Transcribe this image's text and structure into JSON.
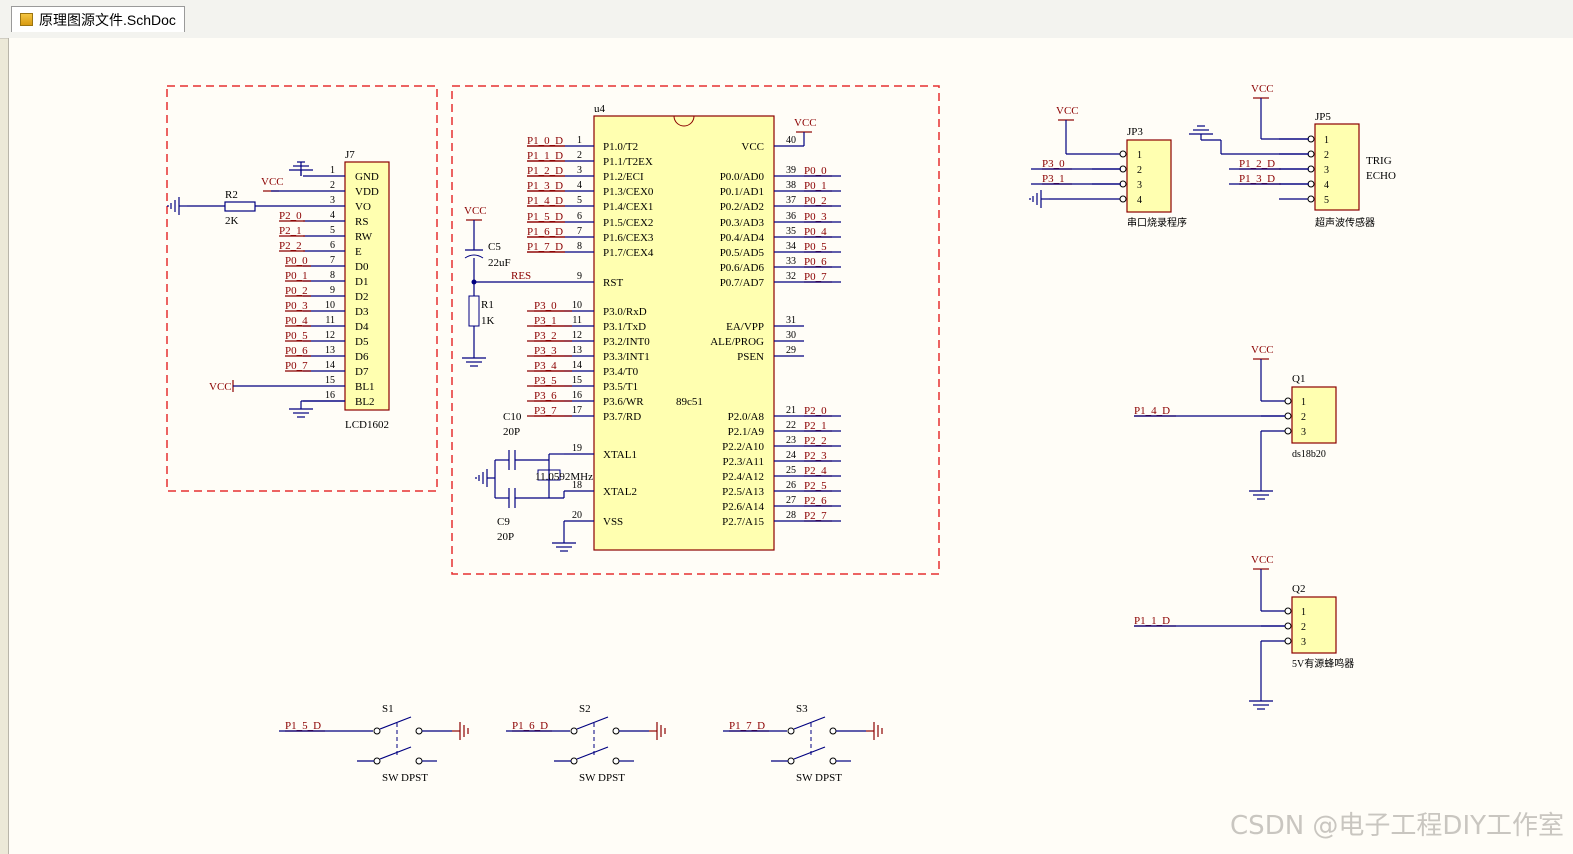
{
  "tab": {
    "title": "原理图源文件.SchDoc"
  },
  "watermark": "CSDN @电子工程DIY工作室",
  "colors": {
    "wire": "#000080",
    "net": "#8b0000",
    "part_fill": "#ffffb0",
    "part_border": "#8b0000",
    "box": "#e53030"
  },
  "j7": {
    "ref": "J7",
    "value": "LCD1602",
    "pins": [
      {
        "num": "1",
        "name": "GND",
        "net": ""
      },
      {
        "num": "2",
        "name": "VDD",
        "net": "VCC"
      },
      {
        "num": "3",
        "name": "VO",
        "net": ""
      },
      {
        "num": "4",
        "name": "RS",
        "net": "P2_0"
      },
      {
        "num": "5",
        "name": "RW",
        "net": "P2_1"
      },
      {
        "num": "6",
        "name": "E",
        "net": "P2_2"
      },
      {
        "num": "7",
        "name": "D0",
        "net": "P0_0"
      },
      {
        "num": "8",
        "name": "D1",
        "net": "P0_1"
      },
      {
        "num": "9",
        "name": "D2",
        "net": "P0_2"
      },
      {
        "num": "10",
        "name": "D3",
        "net": "P0_3"
      },
      {
        "num": "11",
        "name": "D4",
        "net": "P0_4"
      },
      {
        "num": "12",
        "name": "D5",
        "net": "P0_5"
      },
      {
        "num": "13",
        "name": "D6",
        "net": "P0_6"
      },
      {
        "num": "14",
        "name": "D7",
        "net": "P0_7"
      },
      {
        "num": "15",
        "name": "BL1",
        "net": "VCC"
      },
      {
        "num": "16",
        "name": "BL2",
        "net": ""
      }
    ]
  },
  "r2": {
    "ref": "R2",
    "value": "2K"
  },
  "u4": {
    "ref": "u4",
    "value": "89c51",
    "vcc_label": "VCC",
    "left_pins": [
      {
        "num": "1",
        "name": "P1.0/T2",
        "net": "P1_0_D"
      },
      {
        "num": "2",
        "name": "P1.1/T2EX",
        "net": "P1_1_D"
      },
      {
        "num": "3",
        "name": "P1.2/ECI",
        "net": "P1_2_D"
      },
      {
        "num": "4",
        "name": "P1.3/CEX0",
        "net": "P1_3_D"
      },
      {
        "num": "5",
        "name": "P1.4/CEX1",
        "net": "P1_4_D"
      },
      {
        "num": "6",
        "name": "P1.5/CEX2",
        "net": "P1_5_D"
      },
      {
        "num": "7",
        "name": "P1.6/CEX3",
        "net": "P1_6_D"
      },
      {
        "num": "8",
        "name": "P1.7/CEX4",
        "net": "P1_7_D"
      },
      {
        "num": "9",
        "name": "RST",
        "net": "RES"
      },
      {
        "num": "10",
        "name": "P3.0/RxD",
        "net": "P3_0"
      },
      {
        "num": "11",
        "name": "P3.1/TxD",
        "net": "P3_1"
      },
      {
        "num": "12",
        "name": "P3.2/INT0",
        "net": "P3_2"
      },
      {
        "num": "13",
        "name": "P3.3/INT1",
        "net": "P3_3"
      },
      {
        "num": "14",
        "name": "P3.4/T0",
        "net": "P3_4"
      },
      {
        "num": "15",
        "name": "P3.5/T1",
        "net": "P3_5"
      },
      {
        "num": "16",
        "name": "P3.6/WR",
        "net": "P3_6"
      },
      {
        "num": "17",
        "name": "P3.7/RD",
        "net": "P3_7"
      },
      {
        "num": "19",
        "name": "XTAL1",
        "net": ""
      },
      {
        "num": "18",
        "name": "XTAL2",
        "net": ""
      },
      {
        "num": "20",
        "name": "VSS",
        "net": ""
      }
    ],
    "right_pins": [
      {
        "num": "40",
        "name": "VCC",
        "net": ""
      },
      {
        "num": "39",
        "name": "P0.0/AD0",
        "net": "P0_0"
      },
      {
        "num": "38",
        "name": "P0.1/AD1",
        "net": "P0_1"
      },
      {
        "num": "37",
        "name": "P0.2/AD2",
        "net": "P0_2"
      },
      {
        "num": "36",
        "name": "P0.3/AD3",
        "net": "P0_3"
      },
      {
        "num": "35",
        "name": "P0.4/AD4",
        "net": "P0_4"
      },
      {
        "num": "34",
        "name": "P0.5/AD5",
        "net": "P0_5"
      },
      {
        "num": "33",
        "name": "P0.6/AD6",
        "net": "P0_6"
      },
      {
        "num": "32",
        "name": "P0.7/AD7",
        "net": "P0_7"
      },
      {
        "num": "31",
        "name": "EA/VPP",
        "net": ""
      },
      {
        "num": "30",
        "name": "ALE/PROG",
        "net": ""
      },
      {
        "num": "29",
        "name": "PSEN",
        "net": ""
      },
      {
        "num": "21",
        "name": "P2.0/A8",
        "net": "P2_0"
      },
      {
        "num": "22",
        "name": "P2.1/A9",
        "net": "P2_1"
      },
      {
        "num": "23",
        "name": "P2.2/A10",
        "net": "P2_2"
      },
      {
        "num": "24",
        "name": "P2.3/A11",
        "net": "P2_3"
      },
      {
        "num": "25",
        "name": "P2.4/A12",
        "net": "P2_4"
      },
      {
        "num": "26",
        "name": "P2.5/A13",
        "net": "P2_5"
      },
      {
        "num": "27",
        "name": "P2.6/A14",
        "net": "P2_6"
      },
      {
        "num": "28",
        "name": "P2.7/A15",
        "net": "P2_7"
      }
    ]
  },
  "c5": {
    "ref": "C5",
    "value": "22uF",
    "vcc": "VCC"
  },
  "r1": {
    "ref": "R1",
    "value": "1K"
  },
  "c10": {
    "ref": "C10",
    "value": "20P"
  },
  "c9": {
    "ref": "C9",
    "value": "20P"
  },
  "crystal": {
    "value": "11.0592MHz"
  },
  "jp3": {
    "ref": "JP3",
    "caption": "串口烧录程序",
    "vcc": "VCC",
    "pins": [
      {
        "num": "1",
        "net": ""
      },
      {
        "num": "2",
        "net": "P3_0"
      },
      {
        "num": "3",
        "net": "P3_1"
      },
      {
        "num": "4",
        "net": ""
      }
    ]
  },
  "jp5": {
    "ref": "JP5",
    "caption": "超声波传感器",
    "vcc": "VCC",
    "side_labels": [
      "TRIG",
      "ECHO"
    ],
    "pins": [
      {
        "num": "1",
        "net": ""
      },
      {
        "num": "2",
        "net": ""
      },
      {
        "num": "3",
        "net": "P1_2_D"
      },
      {
        "num": "4",
        "net": "P1_3_D"
      },
      {
        "num": "5",
        "net": ""
      }
    ]
  },
  "q1": {
    "ref": "Q1",
    "caption": "ds18b20",
    "vcc": "VCC",
    "net": "P1_4_D",
    "pins": [
      "1",
      "2",
      "3"
    ]
  },
  "q2": {
    "ref": "Q2",
    "caption": "5V有源蜂鸣器",
    "vcc": "VCC",
    "net": "P1_1_D",
    "pins": [
      "1",
      "2",
      "3"
    ]
  },
  "switches": [
    {
      "ref": "S1",
      "net": "P1_5_D",
      "type": "SW DPST"
    },
    {
      "ref": "S2",
      "net": "P1_6_D",
      "type": "SW DPST"
    },
    {
      "ref": "S3",
      "net": "P1_7_D",
      "type": "SW DPST"
    }
  ]
}
